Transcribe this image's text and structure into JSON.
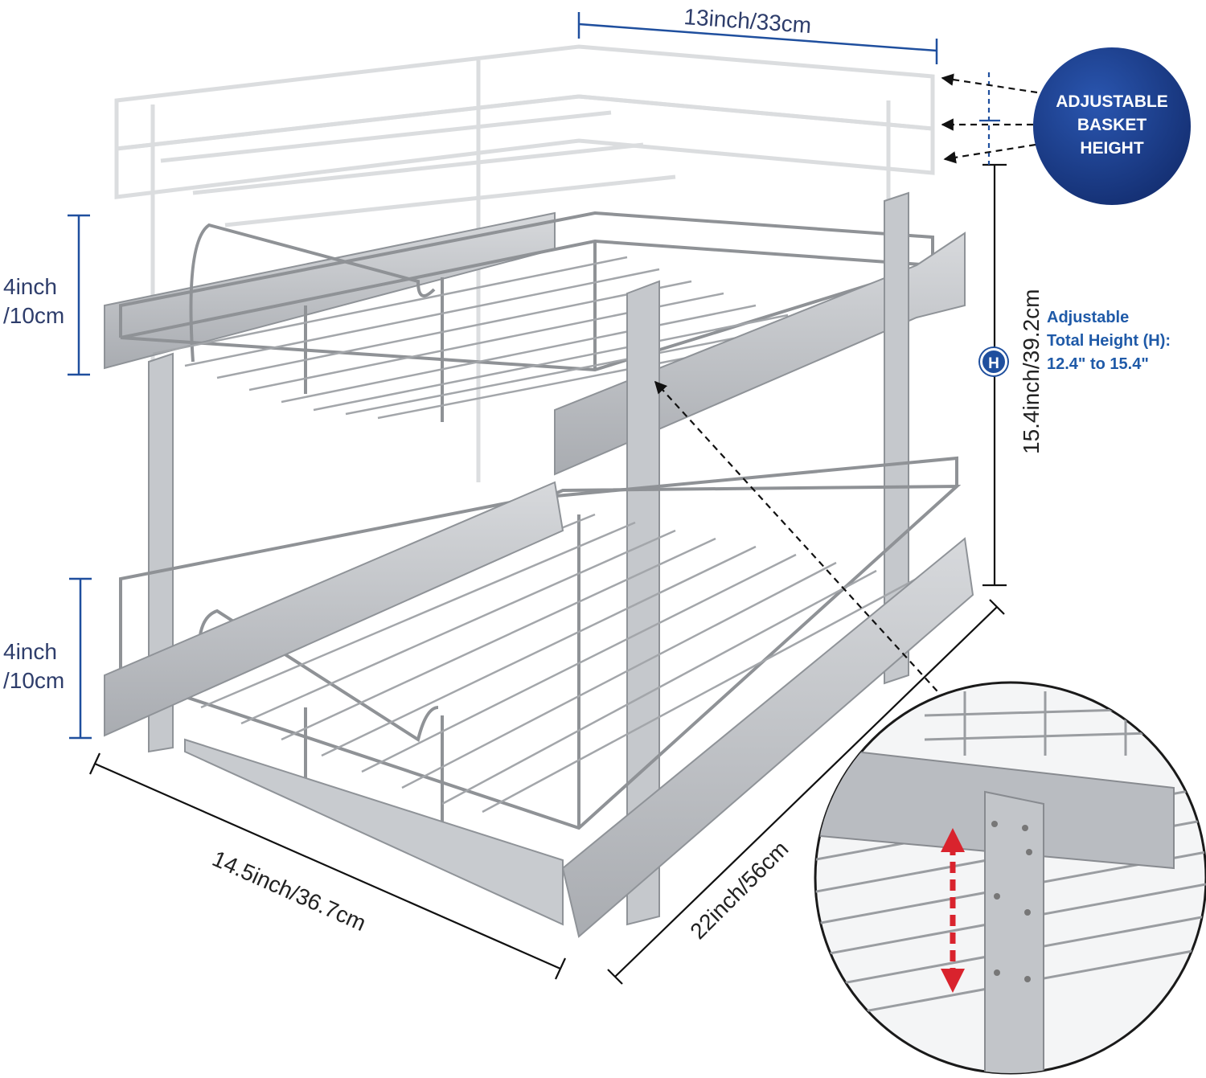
{
  "dimensions": {
    "top_width": "13inch/33cm",
    "upper_basket_height_line1": "4inch",
    "upper_basket_height_line2": "/10cm",
    "lower_basket_height_line1": "4inch",
    "lower_basket_height_line2": "/10cm",
    "front_width": "14.5inch/36.7cm",
    "depth": "22inch/56cm",
    "total_height": "15.4inch/39.2cm"
  },
  "badge": {
    "line1": "ADJUSTABLE",
    "line2": "BASKET",
    "line3": "HEIGHT",
    "color": "#1d3f8f"
  },
  "adjustable_total": {
    "marker": "H",
    "line1": "Adjustable",
    "line2": "Total Height (H):",
    "line3": "12.4\" to 15.4\""
  },
  "colors": {
    "dimension_line": "#1f4f9e",
    "dimension_text": "#2e3d6b",
    "metal": "#b9bcc1",
    "wire": "#8f9296",
    "arrow_red": "#d9232d"
  }
}
